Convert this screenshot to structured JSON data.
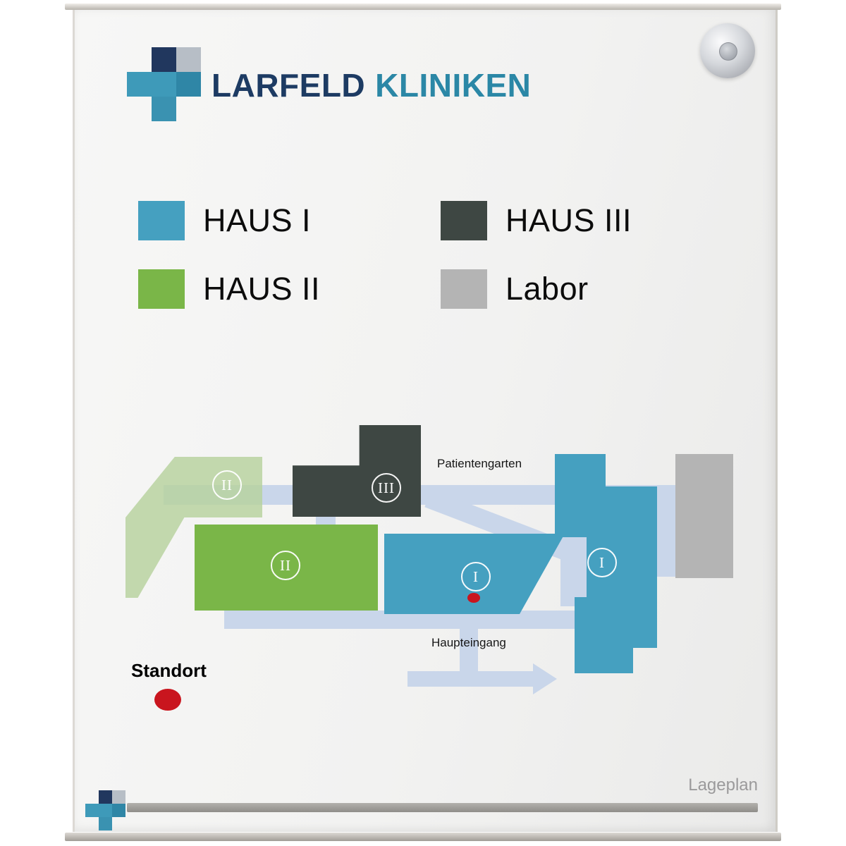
{
  "brand": {
    "primary": "LARFELD",
    "secondary": "KLINIKEN"
  },
  "legend": {
    "items": [
      {
        "label": "HAUS I",
        "color": "#45a0c0"
      },
      {
        "label": "HAUS II",
        "color": "#7ab648"
      },
      {
        "label": "HAUS III",
        "color": "#3e4743"
      },
      {
        "label": "Labor",
        "color": "#b4b4b4"
      }
    ]
  },
  "map": {
    "area_labels": {
      "patientengarten": "Patientengarten",
      "haupteingang": "Haupteingang",
      "standort": "Standort"
    },
    "markers": [
      {
        "label": "II"
      },
      {
        "label": "III"
      },
      {
        "label": "II"
      },
      {
        "label": "I"
      },
      {
        "label": "I"
      }
    ]
  },
  "footer": {
    "caption": "Lageplan"
  },
  "colors": {
    "haus1_teal": "#45a0c0",
    "haus2_green": "#7ab648",
    "haus2_pale_green": "#b7d29e",
    "haus3_dark_gray": "#3e4743",
    "labor_gray": "#b4b4b4",
    "brand_navy": "#1d3b63",
    "brand_teal": "#2b87a6",
    "walkway_blue": "#c9d6ea",
    "marker_red": "#c9151e"
  }
}
